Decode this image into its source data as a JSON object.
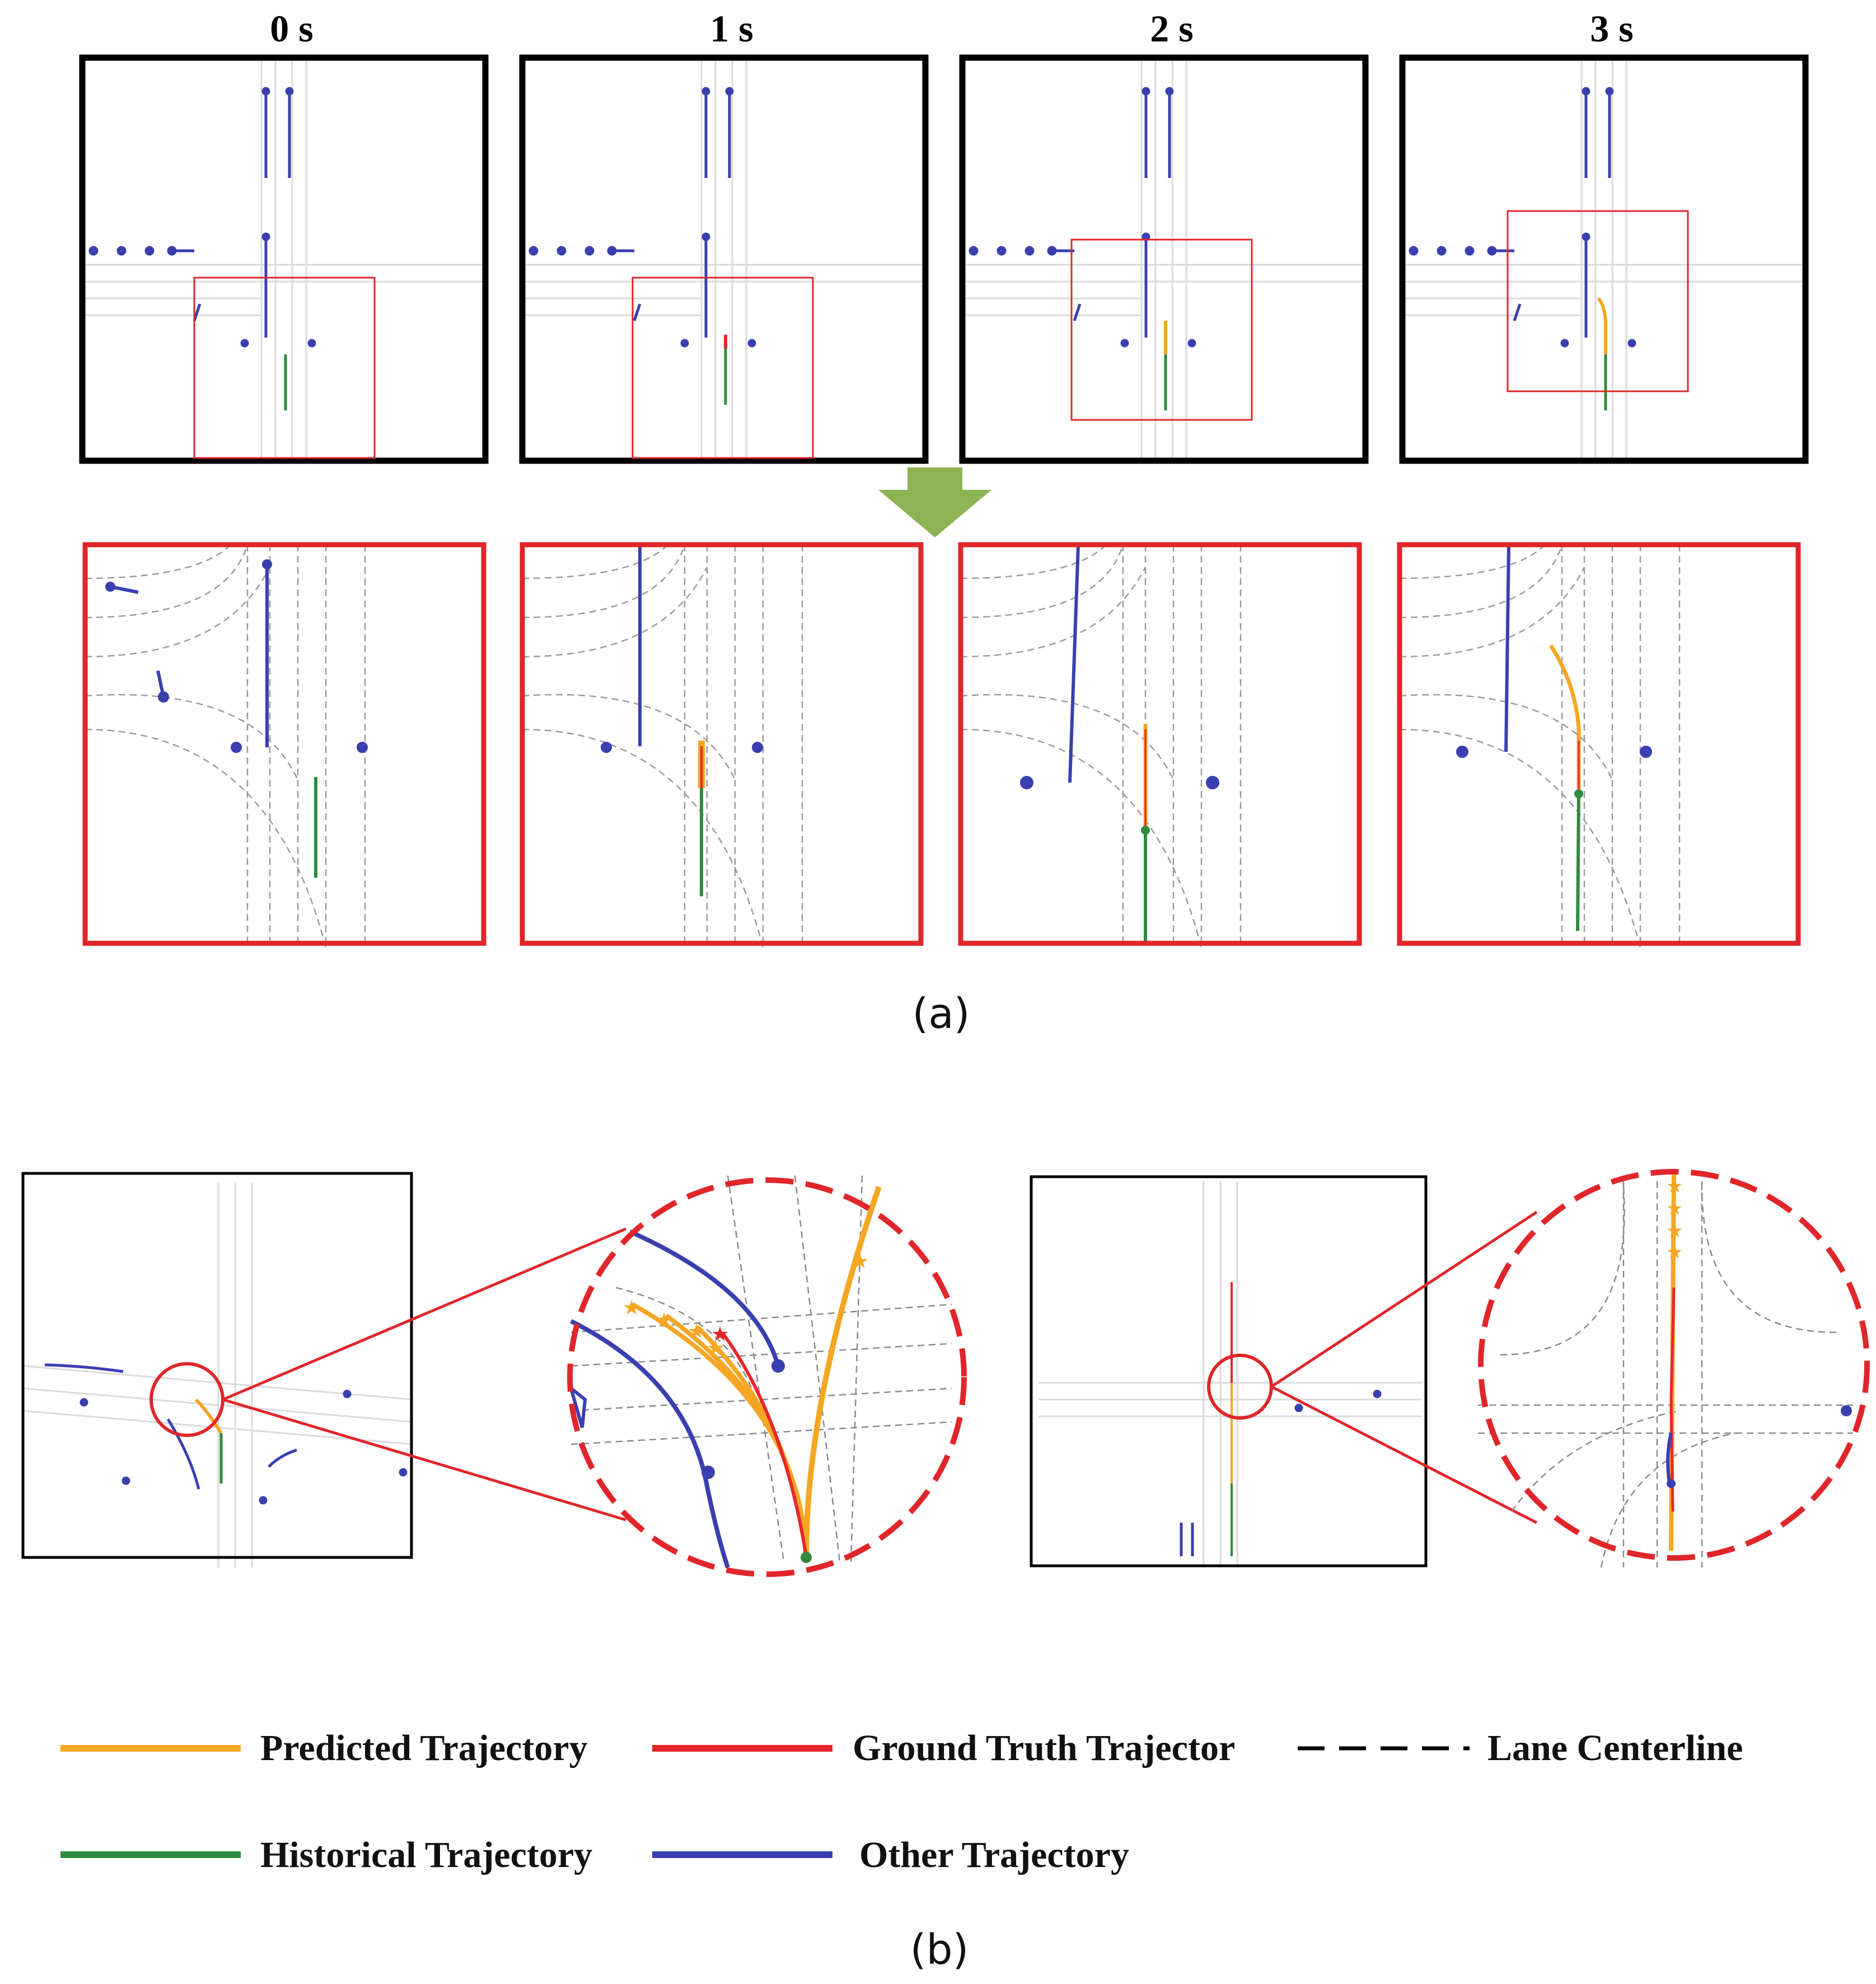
{
  "panel_a": {
    "time_labels": [
      "0 s",
      "1 s",
      "2 s",
      "3 s"
    ],
    "caption": "(a)"
  },
  "panel_b": {
    "caption": "(b)"
  },
  "legend": {
    "predicted": "Predicted Trajectory",
    "ground_truth": "Ground Truth Trajector",
    "lane_centerline": "Lane Centerline",
    "historical": "Historical  Trajectory",
    "other": "Other Trajectory"
  },
  "colors": {
    "predicted": "#F5A623",
    "ground_truth": "#E8262B",
    "historical": "#2E8B3E",
    "other": "#3A3FB0",
    "lane": "#888888",
    "frame_black": "#000000",
    "frame_red": "#E0262A",
    "arrow": "#8DB352"
  }
}
